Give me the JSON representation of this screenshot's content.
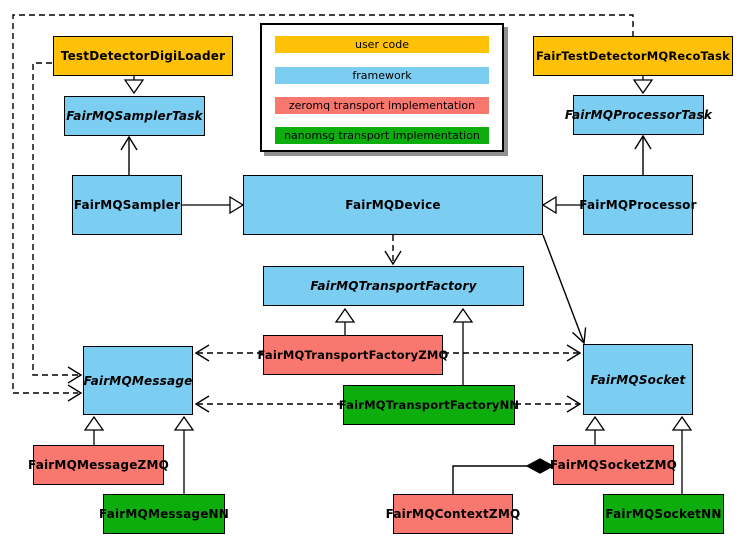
{
  "legend": {
    "items": [
      {
        "label": "user code",
        "color": "#FFC107"
      },
      {
        "label": "framework",
        "color": "#7CCDF2"
      },
      {
        "label": "zeromq transport implementation",
        "color": "#F8776F"
      },
      {
        "label": "nanomsg transport implementation",
        "color": "#0CAD0C"
      }
    ]
  },
  "nodes": {
    "digiloader": {
      "label": "TestDetectorDigiLoader",
      "category": "user code",
      "italic": false
    },
    "samplertask": {
      "label": "FairMQSamplerTask",
      "category": "framework",
      "italic": true
    },
    "sampler": {
      "label": "FairMQSampler",
      "category": "framework",
      "italic": false
    },
    "device": {
      "label": "FairMQDevice",
      "category": "framework",
      "italic": false
    },
    "processor": {
      "label": "FairMQProcessor",
      "category": "framework",
      "italic": false
    },
    "processortask": {
      "label": "FairMQProcessorTask",
      "category": "framework",
      "italic": true
    },
    "recotask": {
      "label": "FairTestDetectorMQRecoTask",
      "category": "user code",
      "italic": false
    },
    "transportfactory": {
      "label": "FairMQTransportFactory",
      "category": "framework",
      "italic": true
    },
    "tfzmq": {
      "label": "FairMQTransportFactoryZMQ",
      "category": "zeromq transport implementation",
      "italic": false
    },
    "tfnn": {
      "label": "FairMQTransportFactoryNN",
      "category": "nanomsg transport implementation",
      "italic": false
    },
    "message": {
      "label": "FairMQMessage",
      "category": "framework",
      "italic": true
    },
    "socket": {
      "label": "FairMQSocket",
      "category": "framework",
      "italic": true
    },
    "messagezmq": {
      "label": "FairMQMessageZMQ",
      "category": "zeromq transport implementation",
      "italic": false
    },
    "messagenn": {
      "label": "FairMQMessageNN",
      "category": "nanomsg transport implementation",
      "italic": false
    },
    "socketzmq": {
      "label": "FairMQSocketZMQ",
      "category": "zeromq transport implementation",
      "italic": false
    },
    "socketnn": {
      "label": "FairMQSocketNN",
      "category": "nanomsg transport implementation",
      "italic": false
    },
    "contextzmq": {
      "label": "FairMQContextZMQ",
      "category": "zeromq transport implementation",
      "italic": false
    }
  },
  "relations": [
    {
      "from": "TestDetectorDigiLoader",
      "to": "FairMQSamplerTask",
      "type": "inheritance"
    },
    {
      "from": "FairTestDetectorMQRecoTask",
      "to": "FairMQProcessorTask",
      "type": "inheritance"
    },
    {
      "from": "FairMQSampler",
      "to": "FairMQDevice",
      "type": "inheritance"
    },
    {
      "from": "FairMQProcessor",
      "to": "FairMQDevice",
      "type": "inheritance"
    },
    {
      "from": "FairMQSampler",
      "to": "FairMQSamplerTask",
      "type": "association"
    },
    {
      "from": "FairMQProcessor",
      "to": "FairMQProcessorTask",
      "type": "association"
    },
    {
      "from": "FairMQDevice",
      "to": "FairMQTransportFactory",
      "type": "dashed dependency"
    },
    {
      "from": "FairMQDevice",
      "to": "FairMQSocket",
      "type": "association"
    },
    {
      "from": "TestDetectorDigiLoader",
      "to": "FairMQMessage",
      "type": "dashed dependency"
    },
    {
      "from": "FairTestDetectorMQRecoTask",
      "to": "FairMQMessage",
      "type": "dashed dependency"
    },
    {
      "from": "FairMQTransportFactoryZMQ",
      "to": "FairMQTransportFactory",
      "type": "inheritance"
    },
    {
      "from": "FairMQTransportFactoryNN",
      "to": "FairMQTransportFactory",
      "type": "inheritance"
    },
    {
      "from": "FairMQTransportFactoryZMQ",
      "to": "FairMQMessage",
      "type": "dashed dependency"
    },
    {
      "from": "FairMQTransportFactoryZMQ",
      "to": "FairMQSocket",
      "type": "dashed dependency"
    },
    {
      "from": "FairMQTransportFactoryNN",
      "to": "FairMQMessage",
      "type": "dashed dependency"
    },
    {
      "from": "FairMQTransportFactoryNN",
      "to": "FairMQSocket",
      "type": "dashed dependency"
    },
    {
      "from": "FairMQMessageZMQ",
      "to": "FairMQMessage",
      "type": "inheritance"
    },
    {
      "from": "FairMQMessageNN",
      "to": "FairMQMessage",
      "type": "inheritance"
    },
    {
      "from": "FairMQSocketZMQ",
      "to": "FairMQSocket",
      "type": "inheritance"
    },
    {
      "from": "FairMQSocketNN",
      "to": "FairMQSocket",
      "type": "inheritance"
    },
    {
      "from": "FairMQContextZMQ",
      "to": "FairMQSocketZMQ",
      "type": "composition"
    }
  ],
  "colors": {
    "user_code": "#FFC107",
    "framework": "#7CCDF2",
    "zeromq": "#F8776F",
    "nanomsg": "#0CAD0C",
    "line": "#000000",
    "legend_shadow": "#909090"
  }
}
